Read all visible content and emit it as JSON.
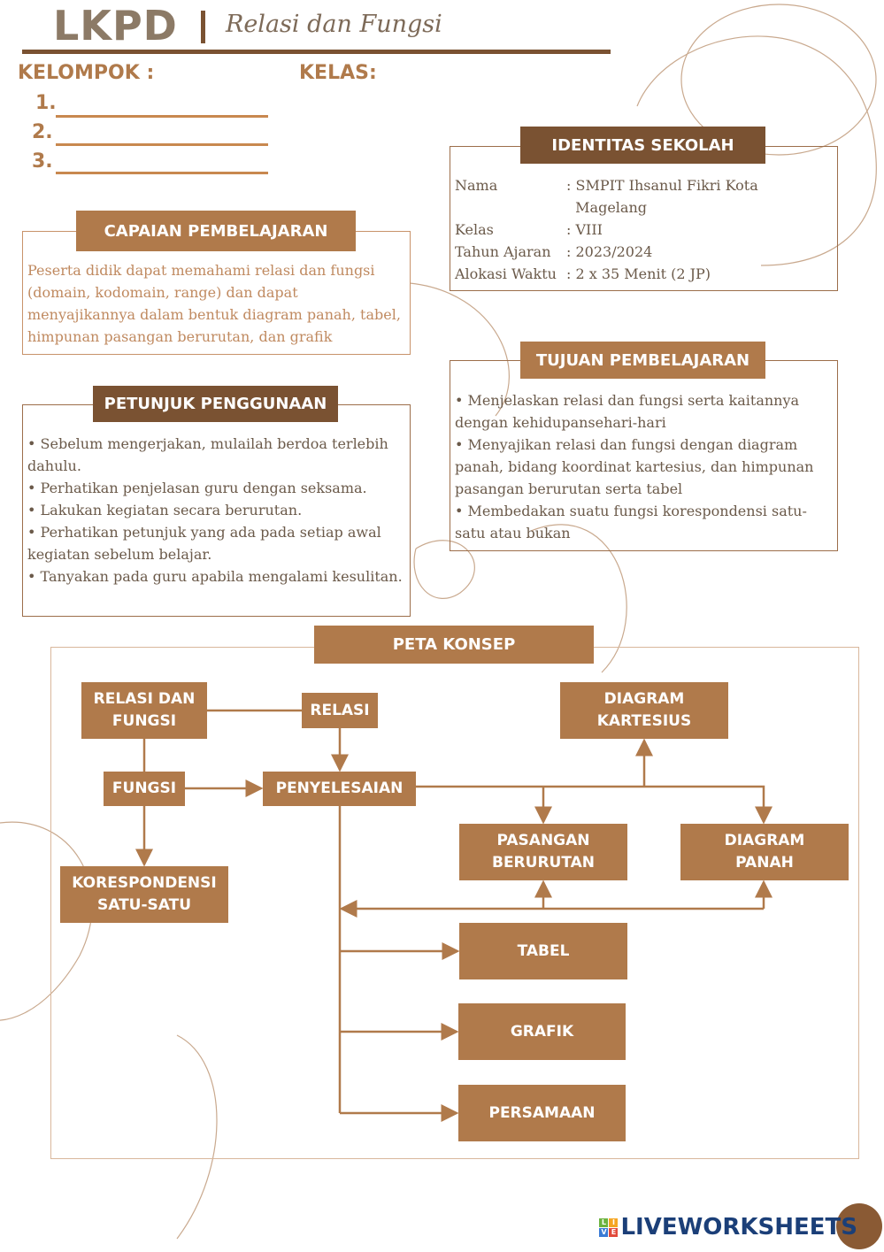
{
  "header": {
    "title": "LKPD",
    "subtitle": "Relasi dan Fungsi"
  },
  "group": {
    "kelompok_label": "KELOMPOK :",
    "kelas_label": "KELAS:",
    "members": [
      "1.",
      "2.",
      "3."
    ]
  },
  "identitas": {
    "title": "IDENTITAS SEKOLAH",
    "rows": [
      {
        "label": "Nama",
        "value": ": SMPIT Ihsanul Fikri Kota"
      },
      {
        "label": "",
        "value": "  Magelang"
      },
      {
        "label": "Kelas",
        "value": ": VIII"
      },
      {
        "label": "Tahun Ajaran",
        "value": ": 2023/2024"
      },
      {
        "label": "Alokasi Waktu",
        "value": ": 2 x 35 Menit (2 JP)"
      }
    ]
  },
  "capaian": {
    "title": "CAPAIAN PEMBELAJARAN",
    "text": "Peserta didik dapat memahami relasi dan fungsi (domain, kodomain, range) dan dapat menyajikannya dalam bentuk diagram panah, tabel, himpunan pasangan berurutan, dan grafik"
  },
  "tujuan": {
    "title": "TUJUAN PEMBELAJARAN",
    "items": [
      "• Menjelaskan relasi dan fungsi serta kaitannya dengan kehidupansehari-hari",
      "• Menyajikan relasi dan fungsi dengan diagram panah, bidang koordinat kartesius, dan himpunan pasangan berurutan serta tabel",
      "• Membedakan suatu fungsi korespondensi satu-satu atau bukan"
    ]
  },
  "petunjuk": {
    "title": "PETUNJUK PENGGUNAAN",
    "items": [
      "• Sebelum mengerjakan, mulailah berdoa terlebih dahulu.",
      "• Perhatikan penjelasan guru dengan seksama.",
      "• Lakukan kegiatan secara berurutan.",
      "• Perhatikan petunjuk yang ada pada setiap awal kegiatan sebelum belajar.",
      "• Tanyakan pada guru apabila mengalami kesulitan."
    ]
  },
  "peta": {
    "title": "PETA KONSEP",
    "nodes": {
      "relasi_fungsi": "RELASI DAN FUNGSI",
      "relasi": "RELASI",
      "kartesius": "DIAGRAM KARTESIUS",
      "fungsi": "FUNGSI",
      "penyelesaian": "PENYELESAIAN",
      "pasangan": "PASANGAN BERURUTAN",
      "panah": "DIAGRAM PANAH",
      "korespondensi": "KORESPONDENSI SATU-SATU",
      "tabel": "TABEL",
      "grafik": "GRAFIK",
      "persamaan": "PERSAMAAN"
    }
  },
  "footer": {
    "brand": "LIVEWORKSHEETS",
    "logo_letters": [
      "L",
      "I",
      "V",
      "E"
    ]
  },
  "colors": {
    "dark": "#7a5232",
    "light": "#b07a4b"
  }
}
